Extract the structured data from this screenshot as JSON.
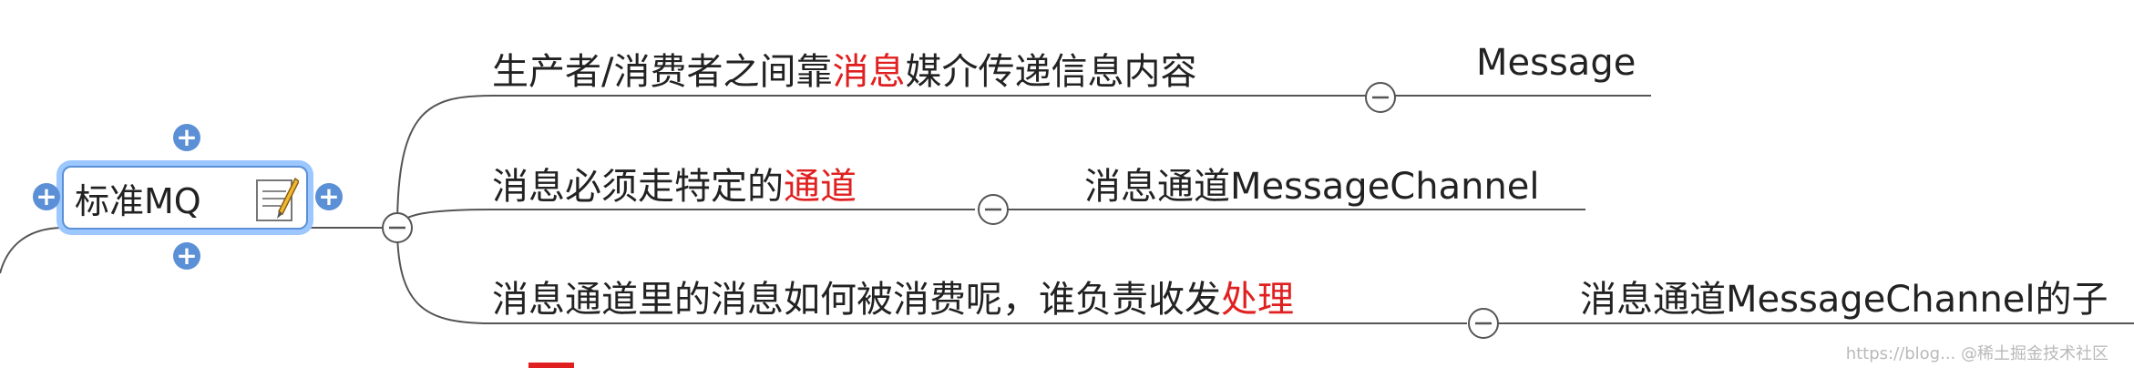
{
  "colors": {
    "line": "#555555",
    "topic_border": "#5b8fd6",
    "topic_glow": "#9cc8ff",
    "highlight": "#e02020"
  },
  "central_topic": {
    "label": "标准MQ",
    "icon": "memo-icon",
    "expand_symbol": "+"
  },
  "collapse_symbol": "−",
  "branches": [
    {
      "prefix": "生产者/消费者之间靠",
      "highlight": "消息",
      "suffix": "媒介传递信息内容",
      "child": "Message"
    },
    {
      "prefix": "消息必须走特定的",
      "highlight": "通道",
      "suffix": "",
      "child": "消息通道MessageChannel"
    },
    {
      "prefix": "消息通道里的消息如何被消费呢，谁负责收发",
      "highlight": "处理",
      "suffix": "",
      "child": "消息通道MessageChannel的子"
    }
  ],
  "watermark": "https://blog... @稀土掘金技术社区"
}
